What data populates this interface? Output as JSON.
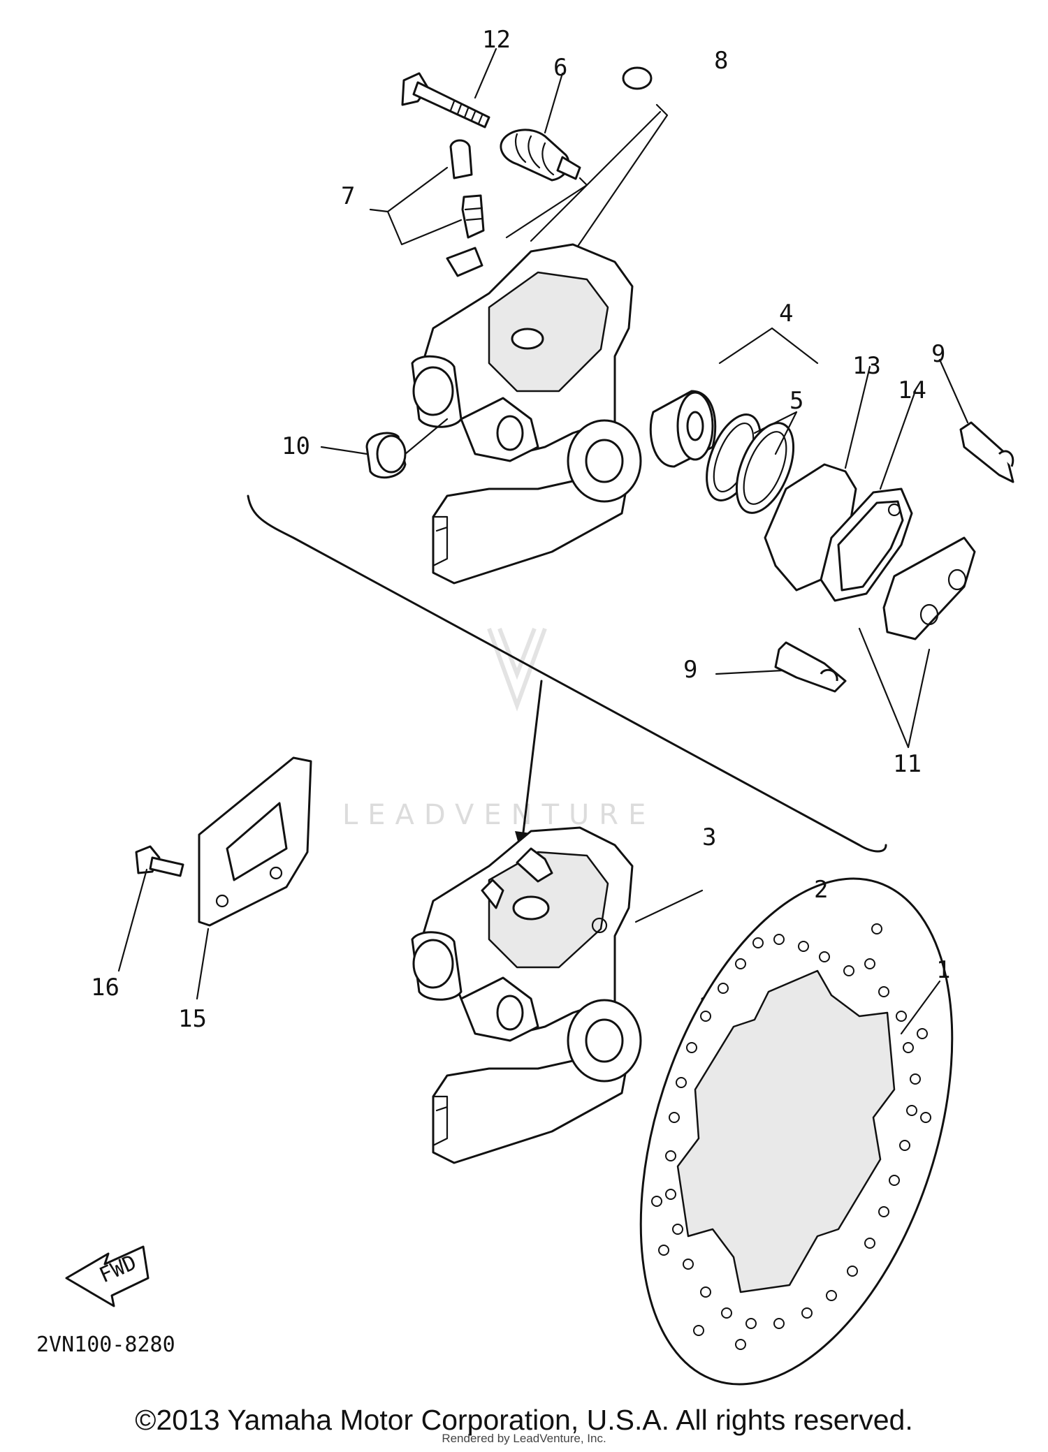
{
  "diagram": {
    "callouts": [
      "1",
      "2",
      "3",
      "4",
      "5",
      "6",
      "7",
      "8",
      "9",
      "9",
      "10",
      "11",
      "12",
      "13",
      "14",
      "15",
      "16"
    ],
    "fwd_label": "FWD",
    "drawing_code": "2VN100-8280",
    "watermark": "LEADVENTURE"
  },
  "footer": {
    "copyright": "©2013 Yamaha Motor Corporation, U.S.A. All rights reserved.",
    "rendered_by": "Rendered by LeadVenture, Inc."
  }
}
